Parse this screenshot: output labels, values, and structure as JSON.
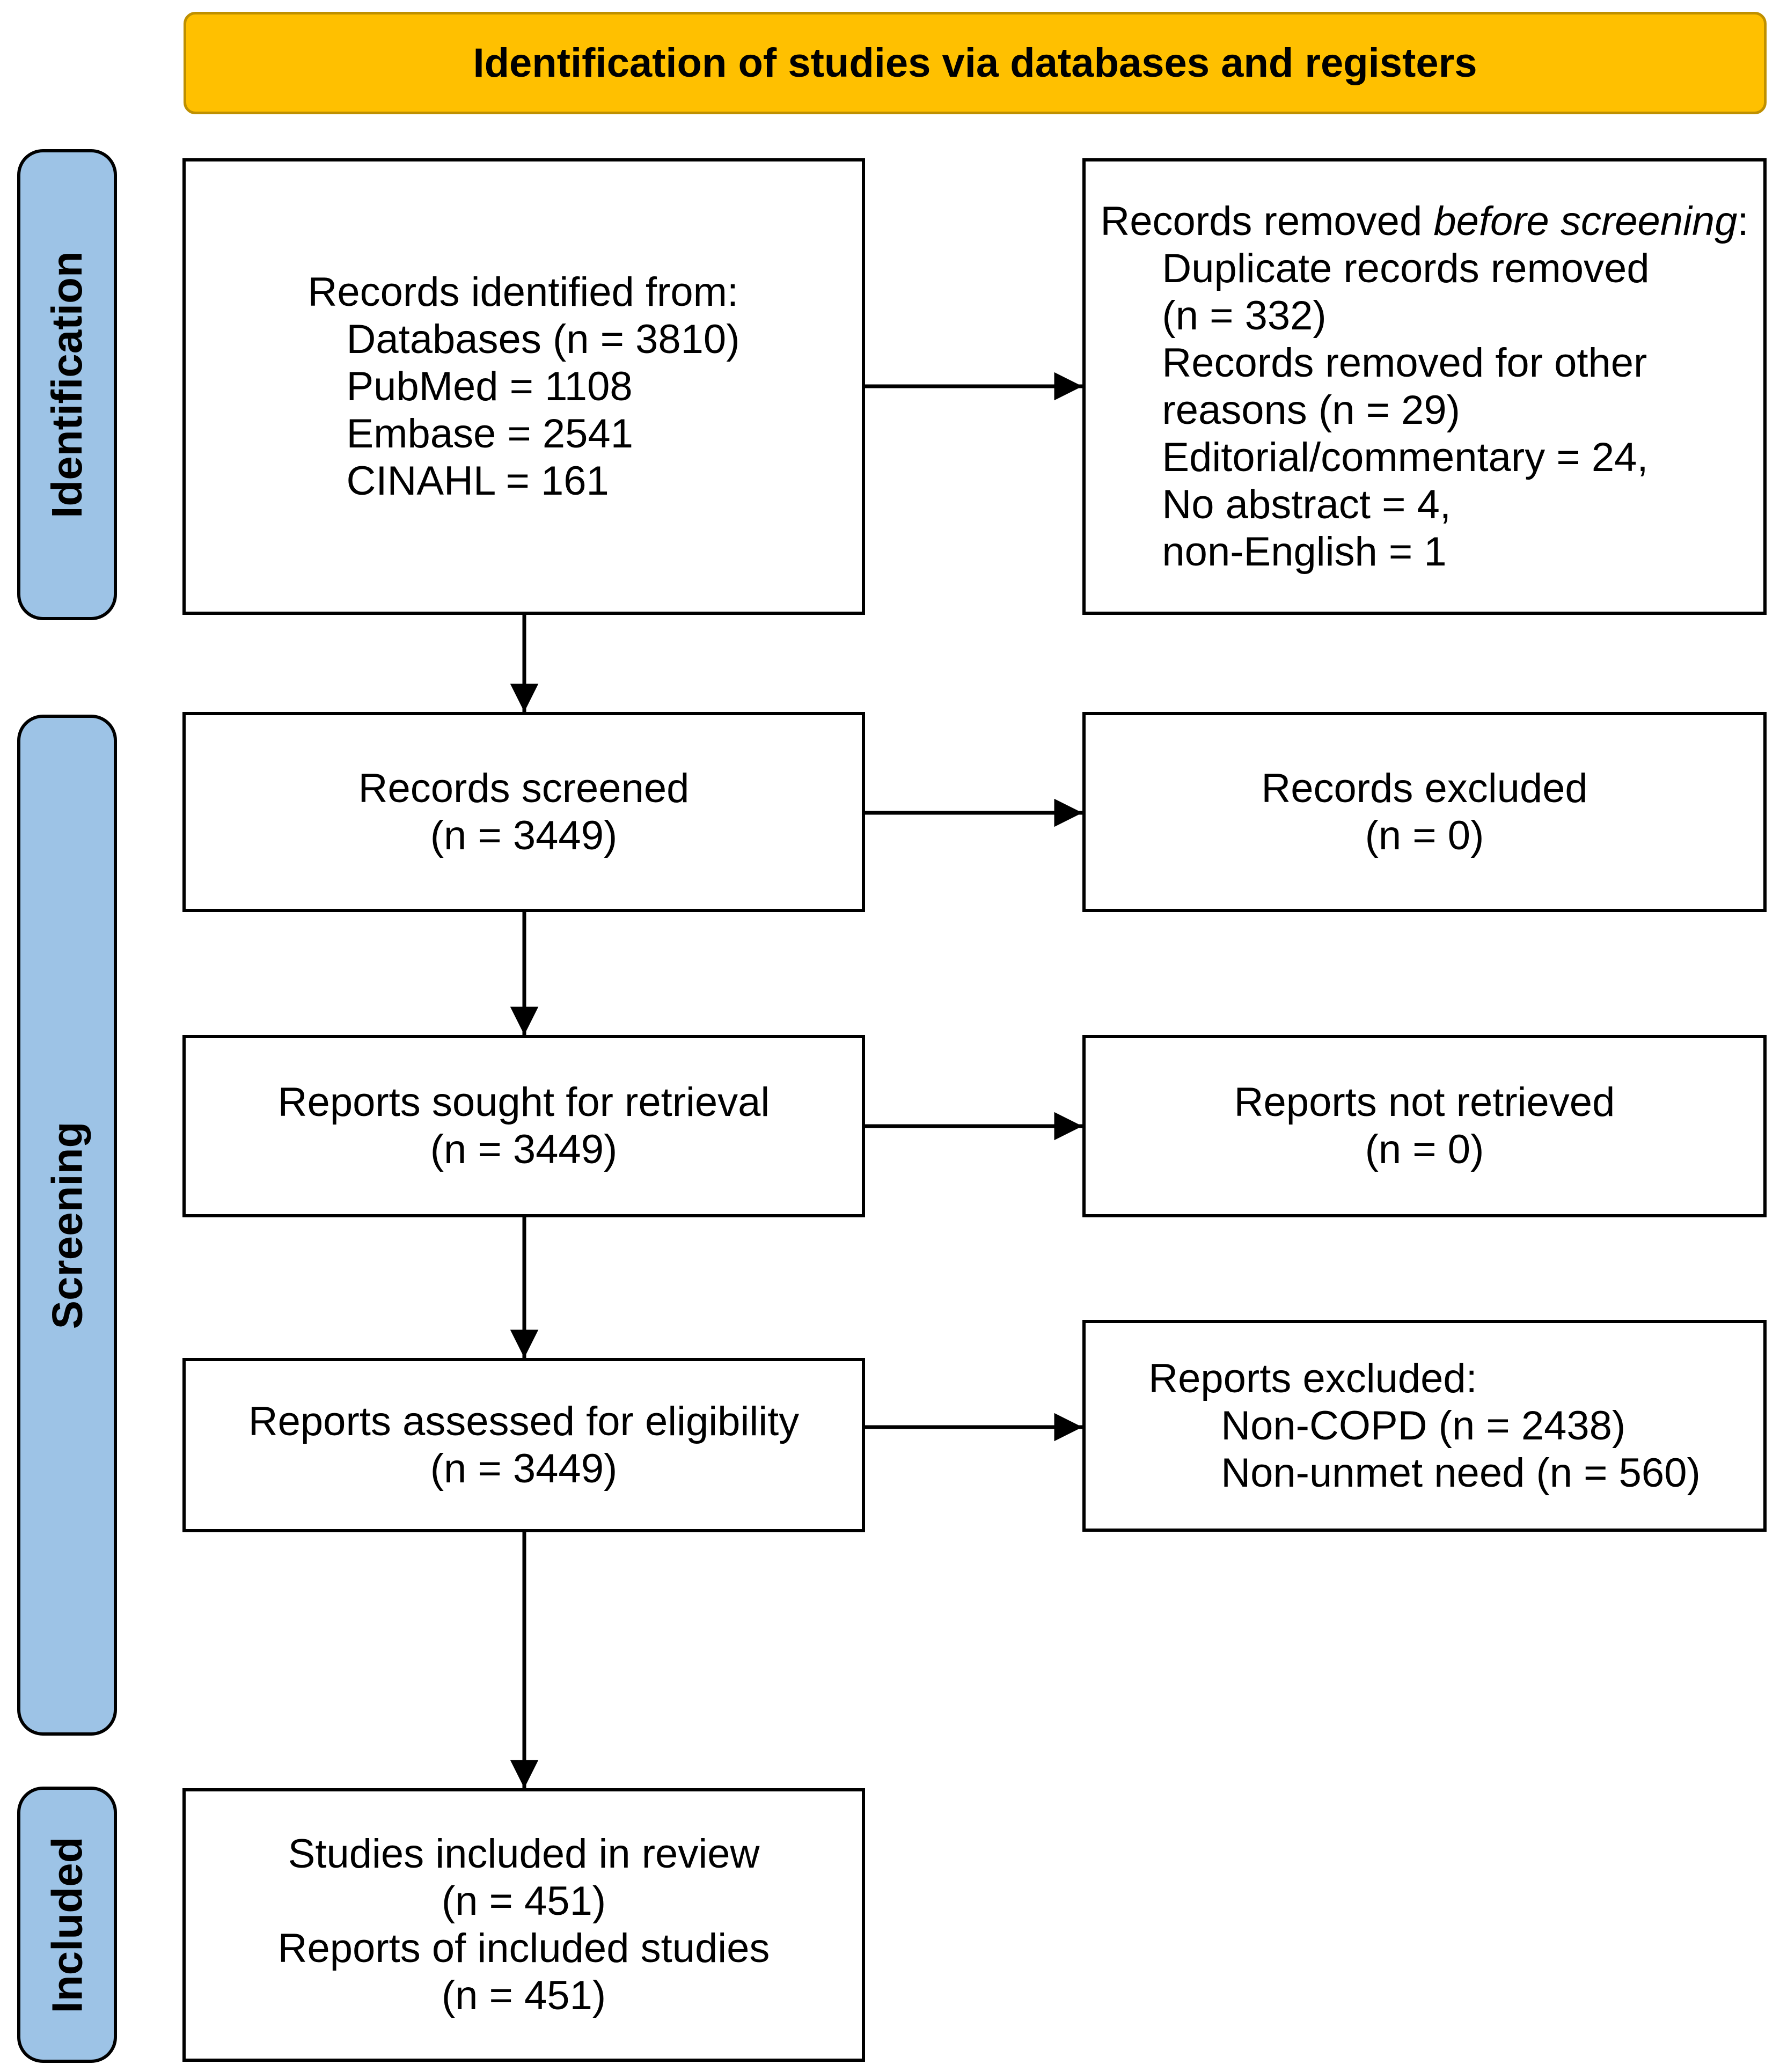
{
  "colors": {
    "banner_bg": "#FFC000",
    "banner_border": "#BF9000",
    "stage_bg": "#9DC3E6",
    "box_border": "#000000"
  },
  "header": {
    "title": "Identification of studies via databases and registers"
  },
  "sidebar": {
    "identification": "Identification",
    "screening": "Screening",
    "included": "Included"
  },
  "boxes": {
    "records_identified": {
      "heading": "Records identified from:",
      "items": [
        "Databases (n = 3810)",
        "PubMed = 1108",
        "Embase = 2541",
        "CINAHL = 161"
      ]
    },
    "records_removed": {
      "heading_prefix": "Records removed ",
      "heading_italic": "before screening",
      "heading_suffix": ":",
      "items": [
        "Duplicate records removed",
        "(n = 332)",
        "Records removed for other",
        "reasons (n = 29)",
        "Editorial/commentary = 24,",
        "No abstract = 4,",
        "non-English = 1"
      ]
    },
    "records_screened": {
      "lines": [
        "Records screened",
        "(n = 3449)"
      ]
    },
    "records_excluded": {
      "lines": [
        "Records excluded",
        "(n = 0)"
      ]
    },
    "reports_sought": {
      "lines": [
        "Reports sought for retrieval",
        "(n = 3449)"
      ]
    },
    "reports_not_retrieved": {
      "lines": [
        "Reports not retrieved",
        "(n = 0)"
      ]
    },
    "reports_assessed": {
      "lines": [
        "Reports assessed for eligibility",
        "(n = 3449)"
      ]
    },
    "reports_excluded": {
      "heading": "Reports excluded:",
      "items": [
        "Non-COPD (n = 2438)",
        "Non-unmet need (n = 560)"
      ]
    },
    "studies_included": {
      "lines": [
        "Studies included in review",
        "(n = 451)",
        "Reports of included studies",
        "(n = 451)"
      ]
    }
  }
}
